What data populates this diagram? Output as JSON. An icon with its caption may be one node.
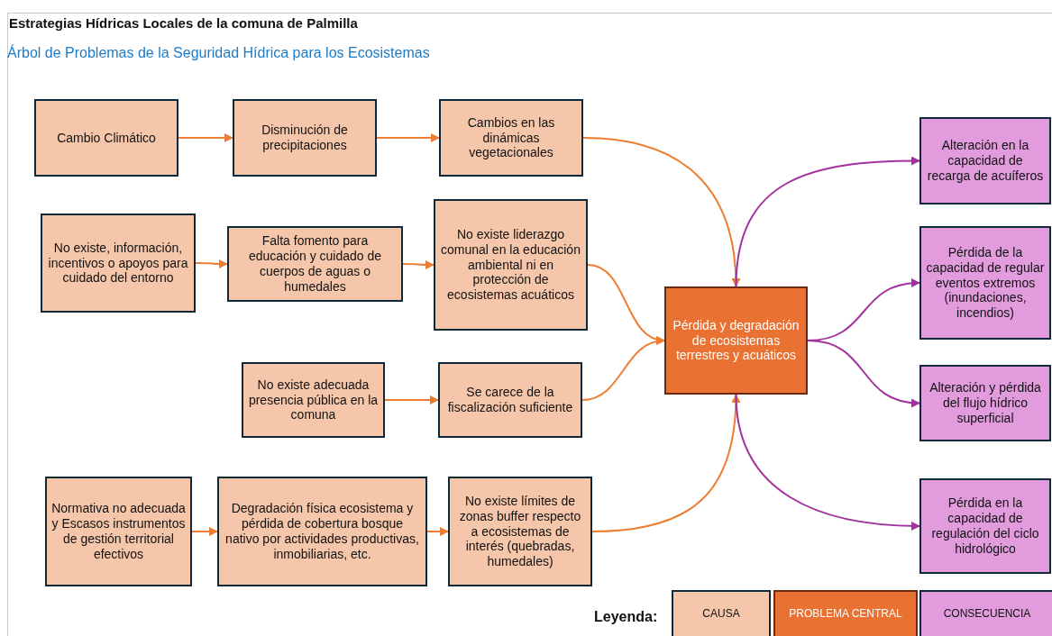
{
  "diagram": {
    "title": "Estrategias Hídricas Locales de la comuna de Palmilla",
    "nodes": [
      {
        "text": [
          "Cambio Climático"
        ]
      },
      {
        "text": [
          "Disminución de precipitaciones"
        ]
      },
      {
        "text": [
          "Cambios en las dinámicas vegetacionales"
        ]
      },
      {
        "text": [
          "No existe, información, incentivos o apoyos para cuidado del entorno"
        ]
      },
      {
        "text": [
          "Falta fomento para educación y cuidado de cuerpos de aguas o humedales"
        ]
      },
      {
        "text": [
          "No existe liderazgo comunal en la educación ambiental ni en protección de ecosistemas acuáticos"
        ]
      },
      {
        "text": [
          "No existe adecuada presencia pública en la comuna"
        ]
      },
      {
        "text": [
          "Se carece de la fiscalización suficiente"
        ]
      },
      {
        "text": [
          "Normativa no adecuada y Escasos instrumentos de gestión territorial efectivos"
        ]
      },
      {
        "text": [
          "Degradación física ecosistema y pérdida de cobertura bosque nativo por actividades productivas, inmobiliarias, etc."
        ]
      },
      {
        "text": [
          "No existe límites de zonas buffer respecto a ecosistemas de interés (quebradas, humedales)"
        ]
      },
      {
        "text": [
          "Pérdida y degradación de ecosistemas terrestres y acuáticos"
        ]
      },
      {
        "text": [
          "Alteración en la capacidad de recarga de acuíferos"
        ]
      },
      {
        "text": [
          "Pérdida de la capacidad de regular eventos extremos (inundaciones, incendios)"
        ]
      },
      {
        "text": [
          "Alteración y pérdida del flujo hídrico superficial"
        ]
      },
      {
        "text": [
          "Pérdida en la capacidad de regulación del ciclo hidrológico"
        ]
      }
    ],
    "edges": [
      {
        "from": 0,
        "to": 1,
        "arrow": "to"
      },
      {
        "from": 1,
        "to": 2,
        "arrow": "to"
      },
      {
        "from": 3,
        "to": 4,
        "arrow": "to"
      },
      {
        "from": 4,
        "to": 5,
        "arrow": "to"
      },
      {
        "from": 6,
        "to": 7,
        "arrow": "to"
      },
      {
        "from": 8,
        "to": 9,
        "arrow": "to"
      },
      {
        "from": 9,
        "to": 10,
        "arrow": "to"
      },
      {
        "from": 2,
        "to": 11,
        "arrow": "to"
      },
      {
        "from": 5,
        "to": 11,
        "arrow": "to"
      },
      {
        "from": 7,
        "to": 11,
        "arrow": "to"
      },
      {
        "from": 10,
        "to": 11,
        "arrow": "to"
      },
      {
        "from": 11,
        "to": 12,
        "arrow": "to",
        "color": "#a3319f"
      },
      {
        "from": 11,
        "to": 13,
        "arrow": "to",
        "color": "#a3319f"
      },
      {
        "from": 11,
        "to": 14,
        "arrow": "to",
        "color": "#a3319f"
      },
      {
        "from": 11,
        "to": 15,
        "arrow": "to",
        "color": "#a3319f"
      }
    ],
    "labels": [
      "Árbol de Problemas de la Seguridad Hídrica para los Ecosistemas",
      "Leyenda:"
    ],
    "legend": [
      {
        "text": "CAUSA",
        "color": "#f5c6aa"
      },
      {
        "text": "PROBLEMA CENTRAL",
        "color": "#e97132"
      },
      {
        "text": "CONSECUENCIA",
        "color": "#e29cdd"
      }
    ]
  }
}
